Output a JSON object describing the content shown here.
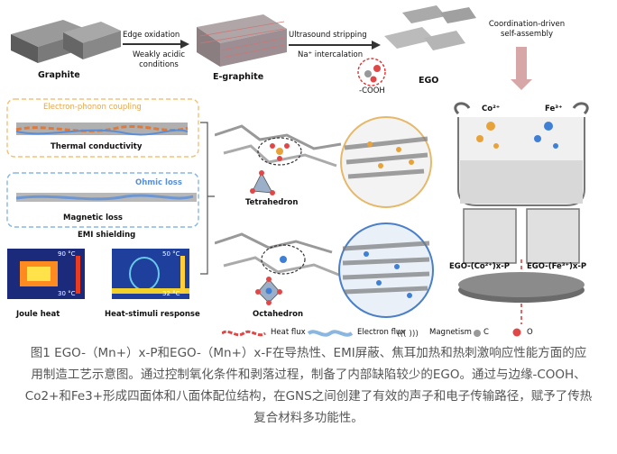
{
  "top_row": {
    "graphite": "Graphite",
    "step1_top": "Edge oxidation",
    "step1_bottom": "Weakly acidic conditions",
    "e_graphite": "E-graphite",
    "step2_top": "Ultrasound stripping",
    "step2_bottom": "Na⁺ intercalation",
    "cooh": "-COOH",
    "ego": "EGO",
    "step3": "Coordination-driven self-assembly"
  },
  "left_panel": {
    "epc_label": "Electron-phonon coupling",
    "thermal": "Thermal conductivity",
    "ohmic": "Ohmic  loss",
    "magnetic": "Magnetic  loss",
    "emi": "EMI shielding",
    "joule_hi": "90 °C",
    "joule_lo": "30 °C",
    "joule": "Joule heat",
    "stim_hi": "50 °C",
    "stim_lo": "32 °C",
    "stim": "Heat-stimuli response"
  },
  "middle": {
    "tetra": "Tetrahedron",
    "octa": "Octahedron"
  },
  "right": {
    "co": "Co²⁺",
    "fe": "Fe³⁺",
    "p_left": "EGO-(Co²⁺)x-P",
    "p_right": "EGO-(Fe³⁺)x-P"
  },
  "legend": {
    "heat": "Heat flux",
    "electron": "Electron flux",
    "magnetism": "Magnetism",
    "c": "C",
    "o": "O"
  },
  "caption": {
    "line1": "图1 EGO-（Mn+）x-P和EGO-（Mn+）x-F在导热性、EMI屏蔽、焦耳加热和热刺激响应性能方面的应",
    "line2": "用制造工艺示意图。通过控制氧化条件和剥落过程，制备了内部缺陷较少的EGO。通过与边缘-COOH、",
    "line3": "Co2+和Fe3+形成四面体和八面体配位结构，在GNS之间创建了有效的声子和电子传输路径，赋予了传热",
    "line4": "复合材料多功能性。"
  },
  "colors": {
    "orange_dash": "#f2c27a",
    "blue_dash": "#8ab6e0",
    "cobalt": "#e8a23a",
    "iron": "#3f7fd6",
    "oxygen": "#e04848"
  }
}
